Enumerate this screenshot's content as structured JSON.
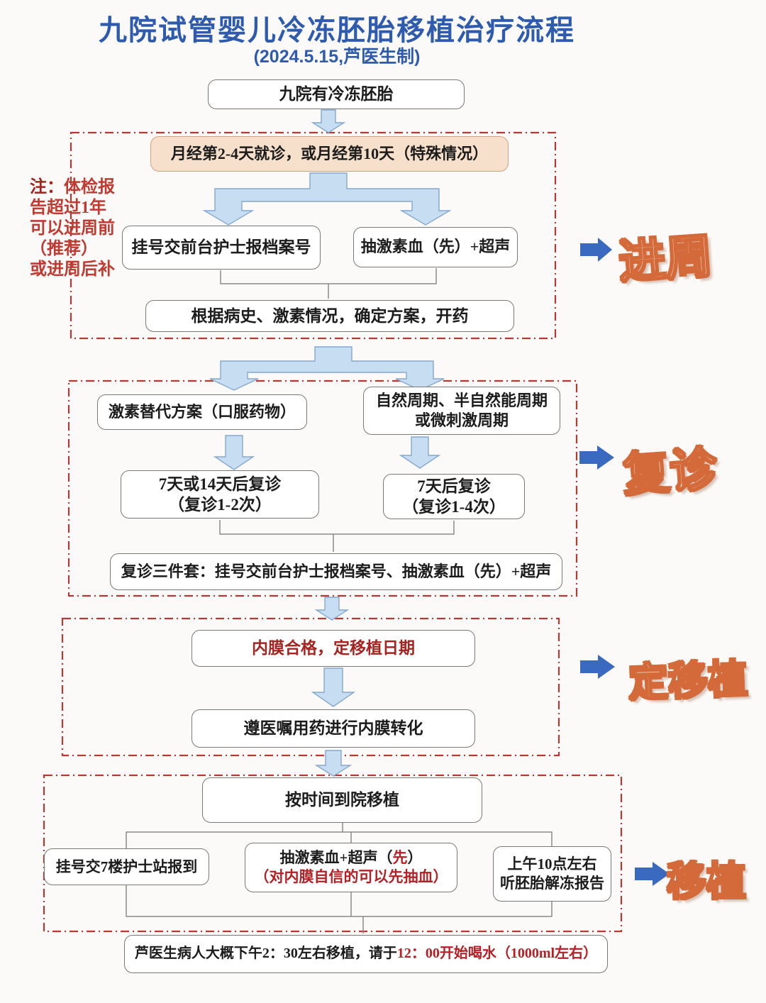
{
  "page": {
    "title": "九院试管婴儿冷冻胚胎移植治疗流程",
    "subtitle": "(2024.5.15,芦医生制)"
  },
  "colors": {
    "title_blue": "#2e5bad",
    "section_border_red": "#b23a35",
    "block_arrow_fill": "#c7ddf1",
    "block_arrow_stroke": "#86a8cc",
    "solid_arrow_blue": "#3a6abf",
    "label_orange": "#d46a3a",
    "menses_box_fill": "#f7e0cb",
    "red_text": "#c02323"
  },
  "start_box": "九院有冷冻胚胎",
  "section_jinzhou": {
    "label": "进周",
    "menses_box": "月经第2-4天就诊，或月经第10天（特殊情况）",
    "note_prefix": "注：",
    "note_lines": [
      "体检报",
      "告超过1年",
      "可以进周前",
      "（推荐）",
      "或进周后补"
    ],
    "register_box": "挂号交前台护士报档案号",
    "hormone_box": "抽激素血（先）+超声",
    "plan_box": "根据病史、激素情况，确定方案，开药"
  },
  "section_fuzhen": {
    "label": "复诊",
    "hrt_box": "激素替代方案（口服药物）",
    "natural_box_line1": "自然周期、半自然能周期",
    "natural_box_line2": "或微刺激周期",
    "revisit_left_line1": "7天或14天后复诊",
    "revisit_left_line2": "（复诊1-2次）",
    "revisit_right_line1": "7天后复诊",
    "revisit_right_line2": "（复诊1-4次）",
    "kit_box": "复诊三件套：挂号交前台护士报档案号、抽激素血（先）+超声"
  },
  "section_dingyizhi": {
    "label": "定移植",
    "lining_box": "内膜合格，定移植日期",
    "meds_box": "遵医嘱用药进行内膜转化"
  },
  "section_yizhi": {
    "label": "移植",
    "arrive_box": "按时间到院移植",
    "checkin_box": "挂号交7楼护士站报到",
    "blood_box_black1": "抽激素血+超声（",
    "blood_box_red1": "先",
    "blood_box_black2": "）",
    "blood_box_line2": "（对内膜自信的可以先抽血）",
    "report_box_line1": "上午10点左右",
    "report_box_line2": "听胚胎解冻报告"
  },
  "footer": {
    "black": "芦医生病人大概下午2：30左右移植，请于",
    "red": "12：00开始喝水（1000ml左右）"
  }
}
